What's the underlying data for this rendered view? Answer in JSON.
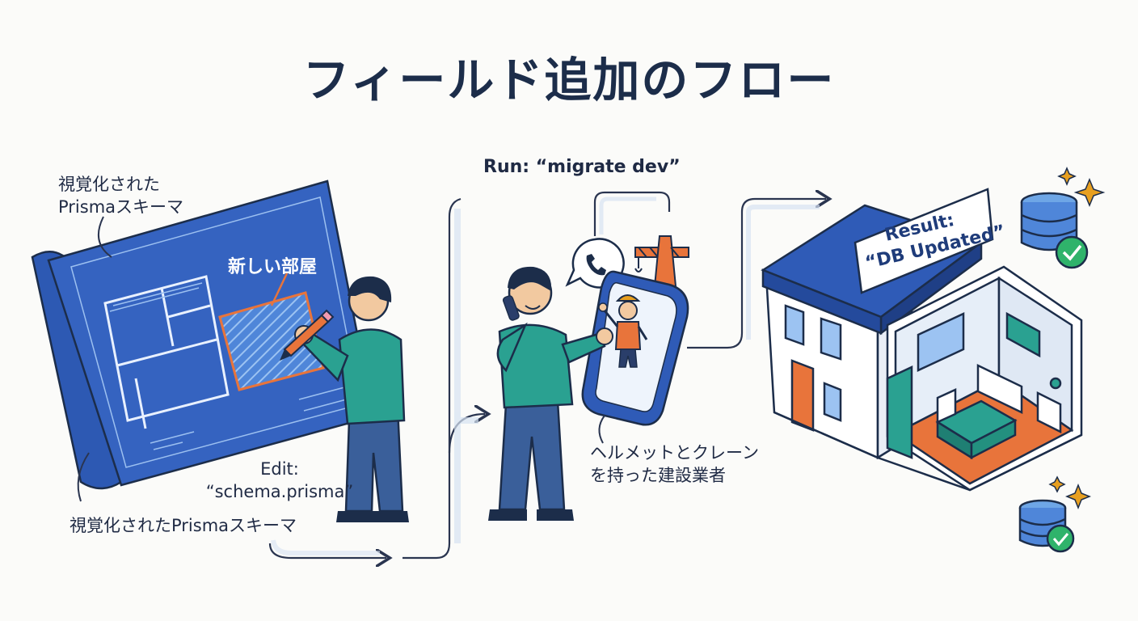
{
  "title": "フィールド追加のフロー",
  "step1": {
    "blueprint_label_line1": "視覚化された",
    "blueprint_label_line2": "Prismaスキーマ",
    "new_room_label": "新しい部屋",
    "edit_label_line1": "Edit:",
    "edit_label_line2": "“schema.prisma”",
    "bottom_label": "視覚化されたPrismaスキーマ"
  },
  "step2": {
    "command_label": "Run: “migrate dev”",
    "builder_label_line1": "ヘルメットとクレーン",
    "builder_label_line2": "を持った建設業者"
  },
  "step3": {
    "sign_line1": "Result:",
    "sign_line2": "“DB Updated”"
  },
  "icons": [
    "blueprint-icon",
    "pencil-icon",
    "phone-icon",
    "crane-icon",
    "database-icon",
    "check-icon",
    "sparkle-icon",
    "house-icon"
  ],
  "colors": {
    "blueprint": "#2f5bb7",
    "accent_orange": "#e8743b",
    "teal": "#2aa191",
    "navy": "#1c2d4a",
    "check_green": "#2fb36b"
  }
}
